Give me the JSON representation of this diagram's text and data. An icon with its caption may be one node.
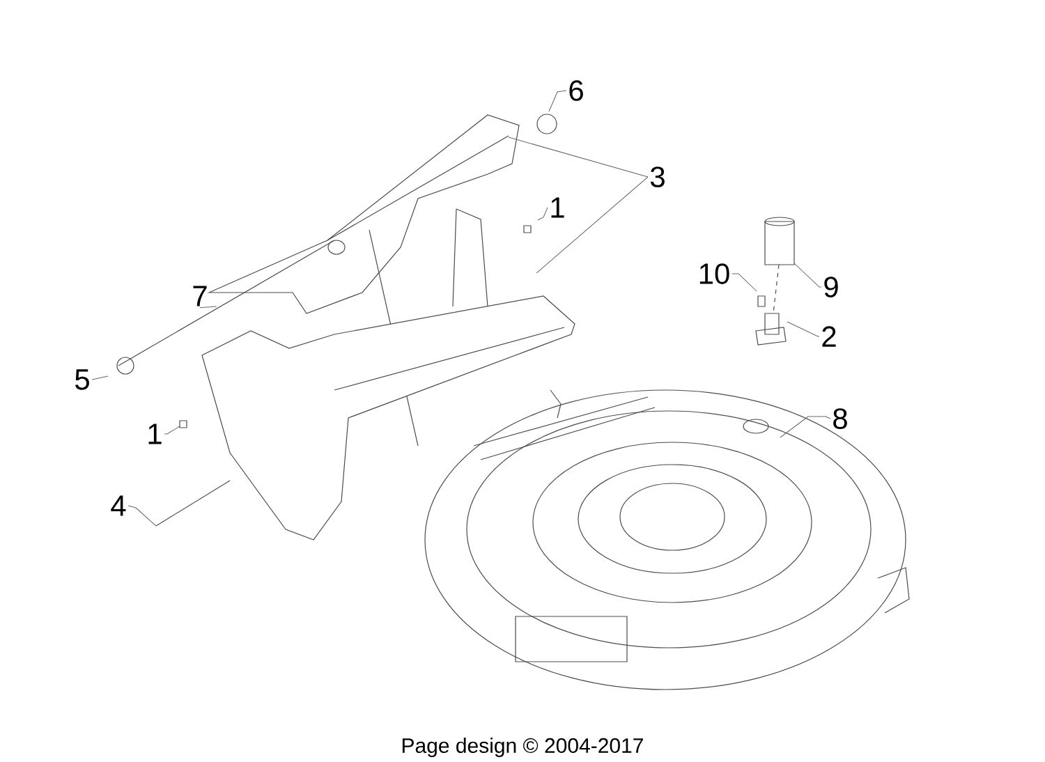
{
  "diagram": {
    "nodes": [
      {
        "text": [
          "6"
        ]
      },
      {
        "text": [
          "3"
        ]
      },
      {
        "text": [
          "1"
        ]
      },
      {
        "text": [
          "10"
        ]
      },
      {
        "text": [
          "9"
        ]
      },
      {
        "text": [
          "7"
        ]
      },
      {
        "text": [
          "2"
        ]
      },
      {
        "text": [
          "5"
        ]
      },
      {
        "text": [
          "8"
        ]
      },
      {
        "text": [
          "1"
        ]
      },
      {
        "text": [
          "4"
        ]
      }
    ],
    "edges": [
      {
        "from": 0,
        "to": null,
        "arrow": "none"
      },
      {
        "from": 1,
        "to": null,
        "arrow": "none"
      },
      {
        "from": 1,
        "to": null,
        "arrow": "none"
      },
      {
        "from": 2,
        "to": null,
        "arrow": "none"
      },
      {
        "from": 3,
        "to": null,
        "arrow": "none"
      },
      {
        "from": 4,
        "to": null,
        "arrow": "none"
      },
      {
        "from": 5,
        "to": null,
        "arrow": "none"
      },
      {
        "from": 6,
        "to": null,
        "arrow": "none"
      },
      {
        "from": 7,
        "to": null,
        "arrow": "none"
      },
      {
        "from": 8,
        "to": null,
        "arrow": "none"
      },
      {
        "from": 9,
        "to": null,
        "arrow": "none"
      },
      {
        "from": 10,
        "to": null,
        "arrow": "none"
      }
    ],
    "labels": [
      "Page design © 2004-2017"
    ]
  }
}
